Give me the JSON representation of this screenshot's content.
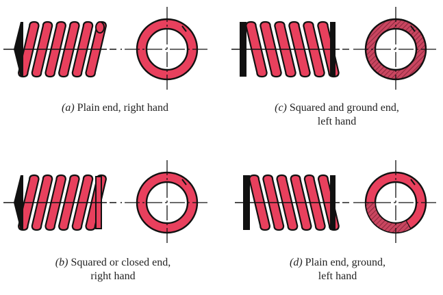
{
  "colors": {
    "coil_fill": "#e8405d",
    "ink": "#111111",
    "ground": "#c94660"
  },
  "panels": [
    {
      "id": "a",
      "tag": "(a)",
      "caption_line1": "Plain end, right hand",
      "caption_line2": "",
      "end_type": "plain",
      "hand": "right"
    },
    {
      "id": "b",
      "tag": "(b)",
      "caption_line1": "Squared or closed end,",
      "caption_line2": "right hand",
      "end_type": "squared",
      "hand": "right"
    },
    {
      "id": "c",
      "tag": "(c)",
      "caption_line1": "Squared and ground end,",
      "caption_line2": "left hand",
      "end_type": "squared-ground",
      "hand": "left"
    },
    {
      "id": "d",
      "tag": "(d)",
      "caption_line1": "Plain end, ground,",
      "caption_line2": "left hand",
      "end_type": "plain-ground",
      "hand": "left"
    }
  ]
}
